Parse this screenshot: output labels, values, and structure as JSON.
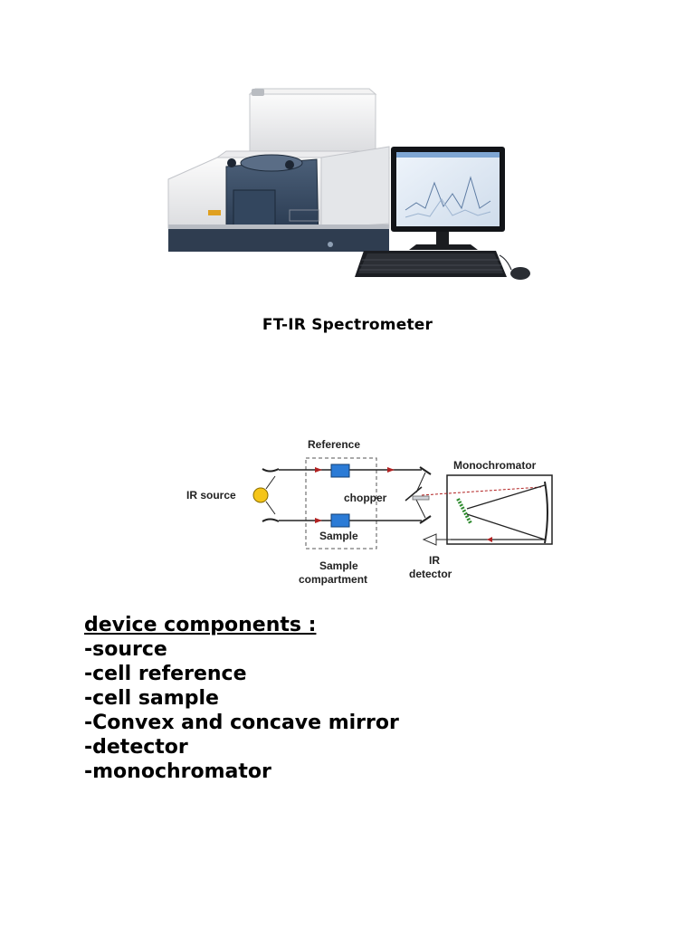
{
  "photo": {
    "alt": "FT-IR spectrometer instrument with monitor, keyboard and mouse"
  },
  "caption": "FT-IR Spectrometer",
  "diagram": {
    "labels": {
      "reference": "Reference",
      "monochromator": "Monochromator",
      "ir_source": "IR source",
      "chopper": "chopper",
      "sample": "Sample",
      "sample_compartment_1": "Sample",
      "sample_compartment_2": "compartment",
      "ir_detector_1": "IR",
      "ir_detector_2": "detector"
    },
    "colors": {
      "source": "#f5c518",
      "cell": "#2b7bd6",
      "grating": "#2e8b2e",
      "arrow": "#b22222"
    }
  },
  "components": {
    "heading": "device components :",
    "items": [
      "-source",
      "-cell reference",
      "-cell sample",
      "-Convex and concave mirror",
      "-detector",
      "-monochromator"
    ]
  }
}
